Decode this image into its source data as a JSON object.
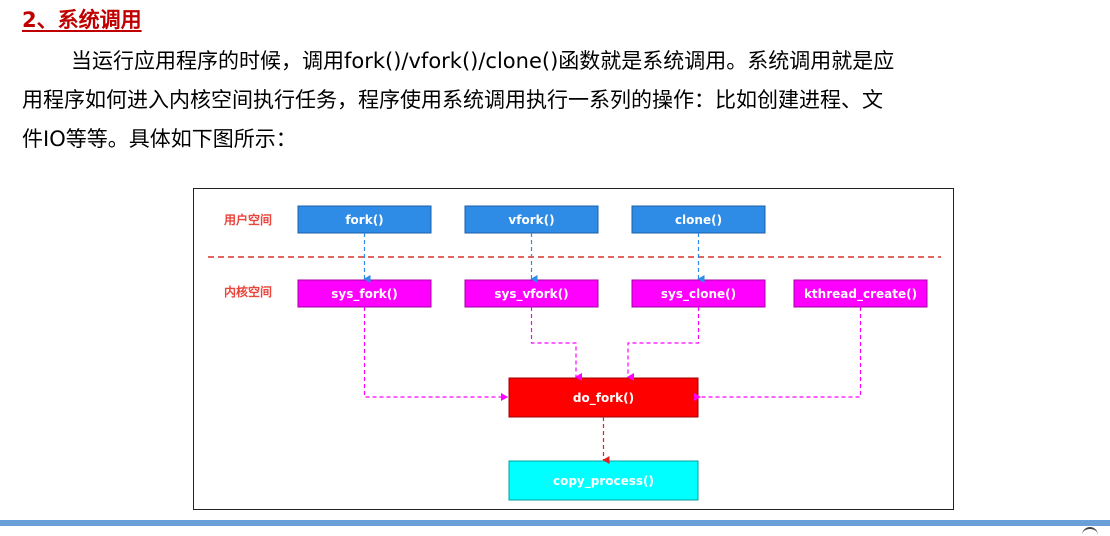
{
  "heading": "2、系统调用",
  "paragraph": {
    "line1": "当运行应用程序的时候，调用fork()/vfork()/clone()函数就是系统调用。系统调用就是应",
    "line2": "用程序如何进入内核空间执行任务，程序使用系统调用执行一系列的操作：比如创建进程、文",
    "line3": "件IO等等。具体如下图所示："
  },
  "diagram": {
    "user_space_label": "用户空间",
    "kernel_space_label": "内核空间",
    "user_calls": [
      "fork()",
      "vfork()",
      "clone()"
    ],
    "kernel_calls": [
      "sys_fork()",
      "sys_vfork()",
      "sys_clone()",
      "kthread_create()"
    ],
    "core": "do_fork()",
    "final": "copy_process()",
    "colors": {
      "user_box": "#2e8be6",
      "kernel_box": "#ff00ff",
      "core_box": "#ff0000",
      "final_box": "#00ffff",
      "label_red": "#e8453c",
      "divider": "#d9342b"
    }
  }
}
